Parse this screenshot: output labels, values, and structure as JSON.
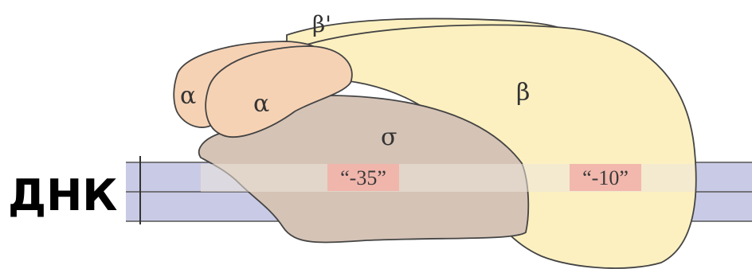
{
  "dna": {
    "label": "ДНК",
    "color": "#c9cbe6"
  },
  "subunits": {
    "alpha_1": {
      "label": "α",
      "color": "#f6d2b4"
    },
    "alpha_2": {
      "label": "α",
      "color": "#f6d2b4"
    },
    "beta": {
      "label": "β",
      "color": "#fcf0c0"
    },
    "beta_prime": {
      "label": "β'",
      "color": "#fcf0c0"
    },
    "sigma": {
      "label": "σ",
      "color": "#d5c3b6"
    }
  },
  "promoter_elements": {
    "minus_35": {
      "label": "“-35”",
      "color": "#f2b3a8"
    },
    "minus_10": {
      "label": "“-10”",
      "color": "#f2b3a8"
    }
  }
}
